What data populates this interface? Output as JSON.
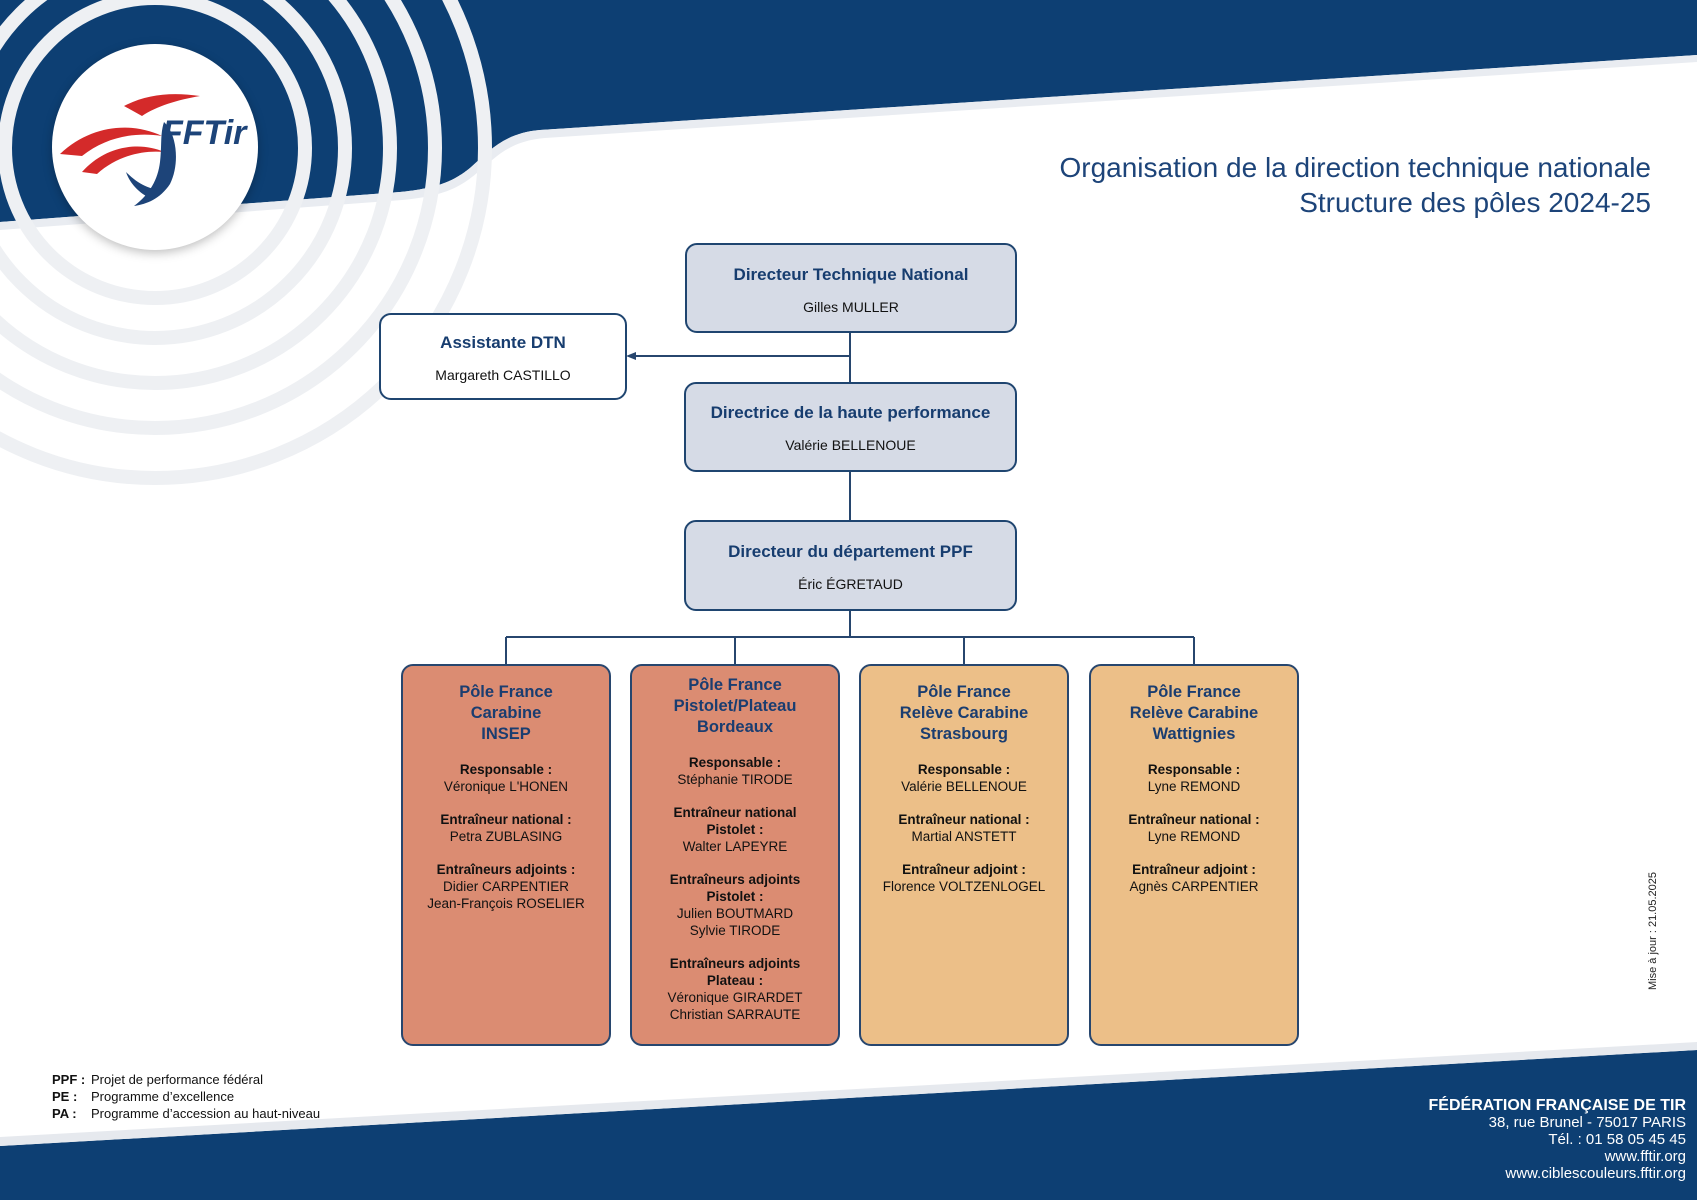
{
  "header": {
    "title_line1": "Organisation de la direction technique nationale",
    "title_line2": "Structure des pôles 2024-25",
    "logo_text": "FFTir"
  },
  "org": {
    "dtn": {
      "title": "Directeur Technique National",
      "name": "Gilles MULLER"
    },
    "assistant": {
      "title": "Assistante DTN",
      "name": "Margareth CASTILLO"
    },
    "hp": {
      "title": "Directrice de la haute performance",
      "name": "Valérie BELLENOUE"
    },
    "ppf": {
      "title": "Directeur du département PPF",
      "name": "Éric ÉGRETAUD"
    }
  },
  "poles": [
    {
      "title": [
        "Pôle France",
        "Carabine",
        "INSEP"
      ],
      "color": "#db8c72",
      "sections": [
        {
          "label": [
            "Responsable :"
          ],
          "names": [
            "Véronique L'HONEN"
          ]
        },
        {
          "label": [
            "Entraîneur national :"
          ],
          "names": [
            "Petra ZUBLASING"
          ]
        },
        {
          "label": [
            "Entraîneurs adjoints :"
          ],
          "names": [
            "Didier CARPENTIER",
            "Jean-François ROSELIER"
          ]
        }
      ]
    },
    {
      "title": [
        "Pôle France",
        "Pistolet/Plateau",
        "Bordeaux"
      ],
      "color": "#db8c72",
      "sections": [
        {
          "label": [
            "Responsable :"
          ],
          "names": [
            "Stéphanie TIRODE"
          ]
        },
        {
          "label": [
            "Entraîneur national",
            "Pistolet :"
          ],
          "names": [
            "Walter LAPEYRE"
          ]
        },
        {
          "label": [
            "Entraîneurs adjoints",
            "Pistolet :"
          ],
          "names": [
            "Julien BOUTMARD",
            "Sylvie TIRODE"
          ]
        },
        {
          "label": [
            "Entraîneurs adjoints",
            "Plateau :"
          ],
          "names": [
            "Véronique GIRARDET",
            "Christian SARRAUTE"
          ]
        }
      ]
    },
    {
      "title": [
        "Pôle France",
        "Relève Carabine",
        "Strasbourg"
      ],
      "color": "#ecbf88",
      "sections": [
        {
          "label": [
            "Responsable :"
          ],
          "names": [
            "Valérie BELLENOUE"
          ]
        },
        {
          "label": [
            "Entraîneur national :"
          ],
          "names": [
            "Martial ANSTETT"
          ]
        },
        {
          "label": [
            "Entraîneur adjoint :"
          ],
          "names": [
            "Florence VOLTZENLOGEL"
          ]
        }
      ]
    },
    {
      "title": [
        "Pôle France",
        "Relève Carabine",
        "Wattignies"
      ],
      "color": "#ecbf88",
      "sections": [
        {
          "label": [
            "Responsable :"
          ],
          "names": [
            "Lyne REMOND"
          ]
        },
        {
          "label": [
            "Entraîneur national :"
          ],
          "names": [
            "Lyne REMOND"
          ]
        },
        {
          "label": [
            "Entraîneur adjoint :"
          ],
          "names": [
            "Agnès CARPENTIER"
          ]
        }
      ]
    }
  ],
  "legend": [
    {
      "abbr": "PPF :",
      "text": "Projet de performance fédéral"
    },
    {
      "abbr": "PE :",
      "text": "Programme d’excellence"
    },
    {
      "abbr": "PA :",
      "text": "Programme d’accession au haut-niveau"
    }
  ],
  "footer": {
    "org": "FÉDÉRATION FRANÇAISE DE TIR",
    "address": "38, rue Brunel - 75017 PARIS",
    "phone": "Tél. : 01 58 05 45 45",
    "web1": "www.fftir.org",
    "web2": "www.ciblescouleurs.fftir.org"
  },
  "update_note": "Mise à jour : 21.05.2025",
  "colors": {
    "navy": "#0d3f73",
    "box_blue": "#d6dbe6",
    "pole_red": "#db8c72",
    "pole_orange": "#ecbf88",
    "title_blue": "#1d4479"
  }
}
